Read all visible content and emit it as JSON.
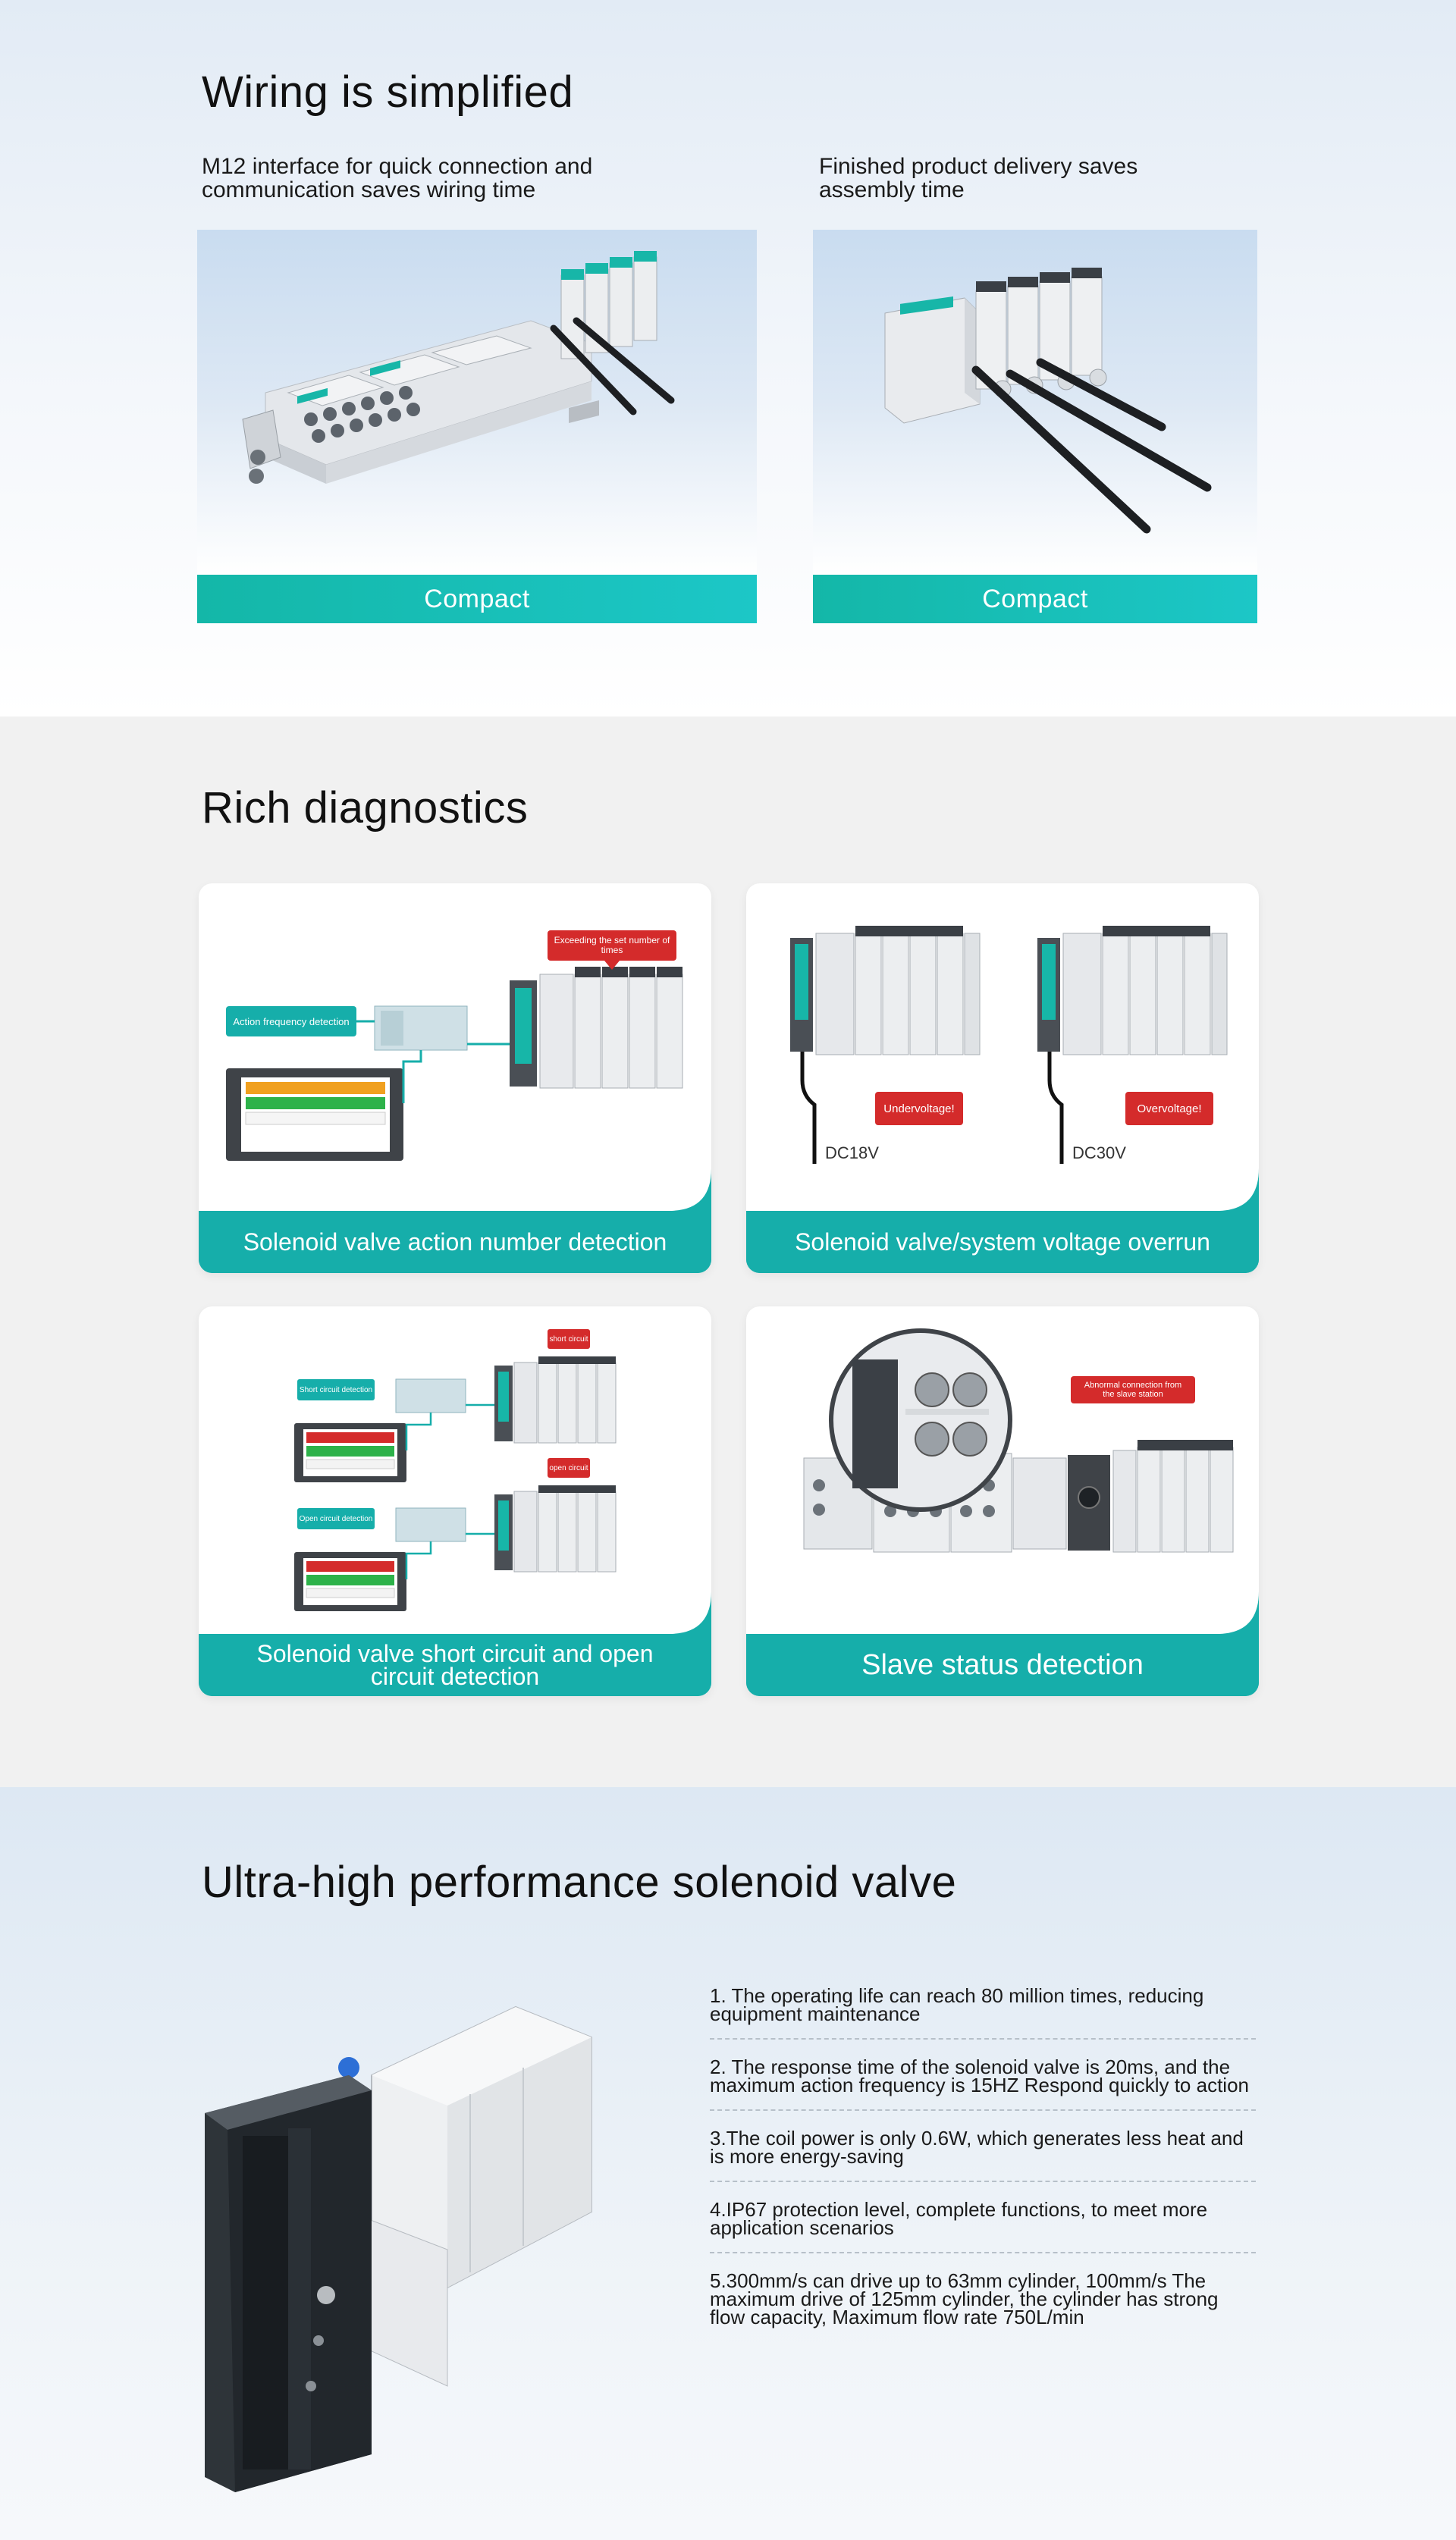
{
  "wiring": {
    "title": "Wiring is simplified",
    "left_desc_line1": "M12 interface for quick connection and",
    "left_desc_line2": "communication saves wiring time",
    "right_desc_line1": "Finished product delivery saves",
    "right_desc_line2": "assembly time",
    "left_caption": "Compact",
    "right_caption": "Compact"
  },
  "diagnostics": {
    "title": "Rich diagnostics",
    "cards": [
      {
        "caption": "Solenoid valve action number detection",
        "label_detect": "Action frequency detection",
        "label_alert": "Exceeding the set number of times"
      },
      {
        "caption": "Solenoid valve/system voltage overrun",
        "label_under": "Undervoltage!",
        "label_over": "Overvoltage!",
        "volt_left": "DC18V",
        "volt_right": "DC30V"
      },
      {
        "caption": "Solenoid valve short circuit and open circuit detection",
        "label_short_detect": "Short circuit detection",
        "label_open_detect": "Open circuit detection",
        "label_short": "short circuit",
        "label_open": "open circuit"
      },
      {
        "caption": "Slave status detection",
        "label_abnormal": "Abnormal connection from the slave station"
      }
    ]
  },
  "performance": {
    "title": "Ultra-high performance solenoid valve",
    "features": [
      "1. The operating life can reach 80 million times, reducing equipment maintenance",
      "2. The response time of the solenoid valve is 20ms, and the maximum action frequency is 15HZ Respond quickly to action",
      "3.The coil power is only 0.6W, which generates less heat and is more energy-saving",
      "4.IP67 protection level, complete functions, to meet more application scenarios",
      "5.300mm/s can drive up to 63mm cylinder, 100mm/s The maximum drive of 125mm cylinder, the cylinder has strong flow capacity, Maximum flow rate 750L/min"
    ]
  },
  "colors": {
    "accent_teal": "#16aeaa",
    "alert_red": "#d42b2b",
    "heading_highlight": "#18c4bd"
  }
}
